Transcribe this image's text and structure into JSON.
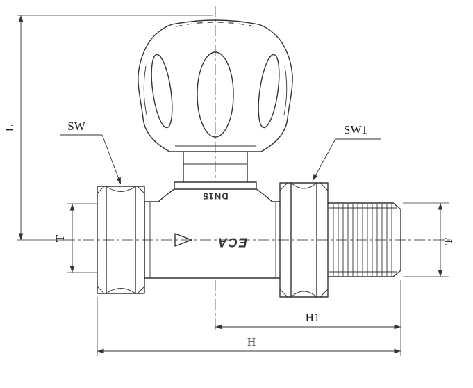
{
  "drawing": {
    "colors": {
      "line": "#333333",
      "background": "#ffffff"
    },
    "labels": {
      "L": "L",
      "SW": "SW",
      "SW1": "SW1",
      "T_left": "T",
      "T_right": "T",
      "H1": "H1",
      "H": "H"
    },
    "valve_markings": {
      "dn": "DN15",
      "brand": "ECA"
    }
  }
}
